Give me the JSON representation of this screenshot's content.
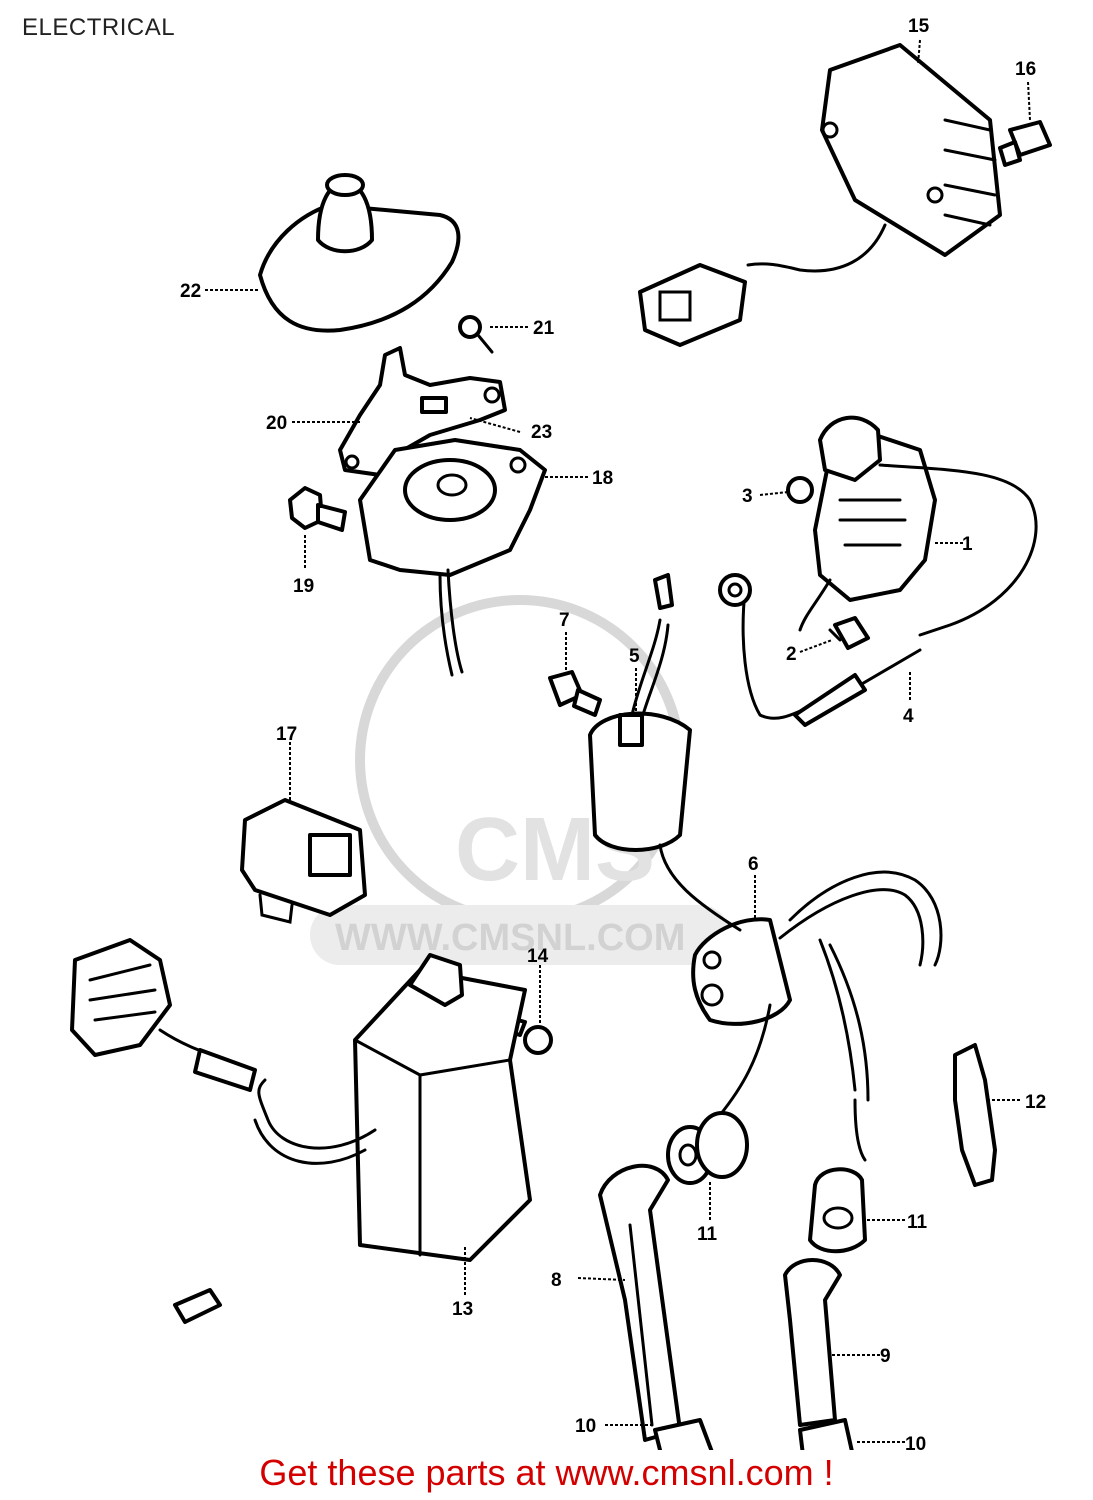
{
  "title": "ELECTRICAL",
  "footer": "Get these parts at www.cmsnl.com !",
  "watermark": {
    "brand": "CMS",
    "url": "WWW.CMSNL.COM"
  },
  "callouts": [
    "1",
    "2",
    "3",
    "4",
    "5",
    "6",
    "7",
    "8",
    "9",
    "10",
    "10",
    "11",
    "11",
    "12",
    "13",
    "14",
    "15",
    "16",
    "17",
    "18",
    "19",
    "20",
    "21",
    "22",
    "23"
  ],
  "colors": {
    "footer_text": "#d40000",
    "line_art": "#000000",
    "watermark": "#dcdcdc"
  }
}
